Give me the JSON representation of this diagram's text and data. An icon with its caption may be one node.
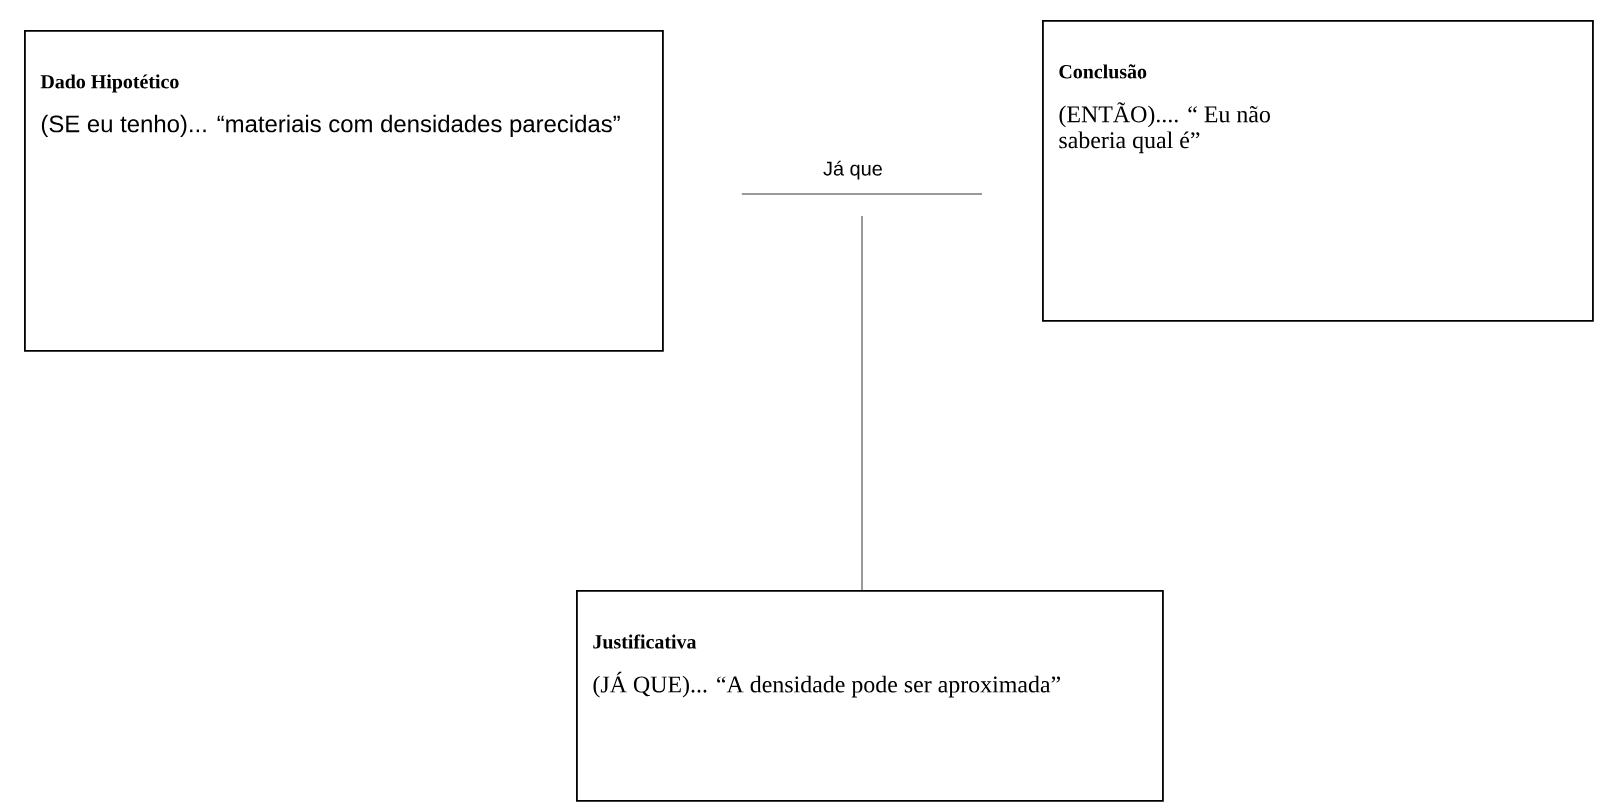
{
  "diagram": {
    "nodes": [
      {
        "text": [
          "Dado Hipotético",
          "(SE eu tenho)... “materiais com densidades parecidas”"
        ]
      },
      {
        "text": [
          "Conclusão",
          "(ENTÃO).... “ Eu não saberia qual é”"
        ]
      },
      {
        "text": [
          "Justificativa",
          "(JÁ QUE)... “A densidade pode ser aproximada”"
        ]
      }
    ],
    "edges": [
      {
        "from": 0,
        "to": 1,
        "arrow": "none",
        "label": "Já que"
      },
      {
        "from": null,
        "to": 2,
        "arrow": "none"
      }
    ]
  }
}
